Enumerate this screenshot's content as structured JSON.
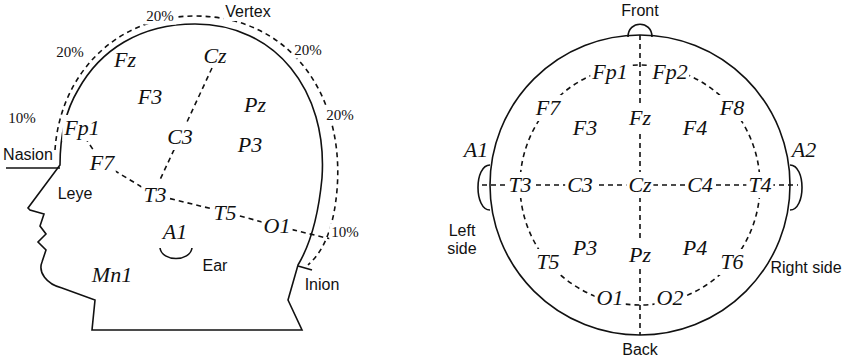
{
  "diagram": {
    "labels": [
      "20%",
      "20%",
      "Vertex",
      "Fz",
      "Cz",
      "20%",
      "Pz",
      "20%",
      "10%",
      "Nasion",
      "Fp1",
      "F3",
      "C3",
      "P3",
      "F7",
      "Leye",
      "T3",
      "T5",
      "O1",
      "A1",
      "Ear",
      "Mn1",
      "10%",
      "Inion",
      "Front",
      "Fp1",
      "Fp2",
      "F7",
      "F3",
      "Fz",
      "F4",
      "F8",
      "A1",
      "T3",
      "C3",
      "Cz",
      "C4",
      "T4",
      "A2",
      "Left side",
      "Right side",
      "T5",
      "P3",
      "Pz",
      "P4",
      "T6",
      "O1",
      "O2",
      "Back"
    ]
  }
}
